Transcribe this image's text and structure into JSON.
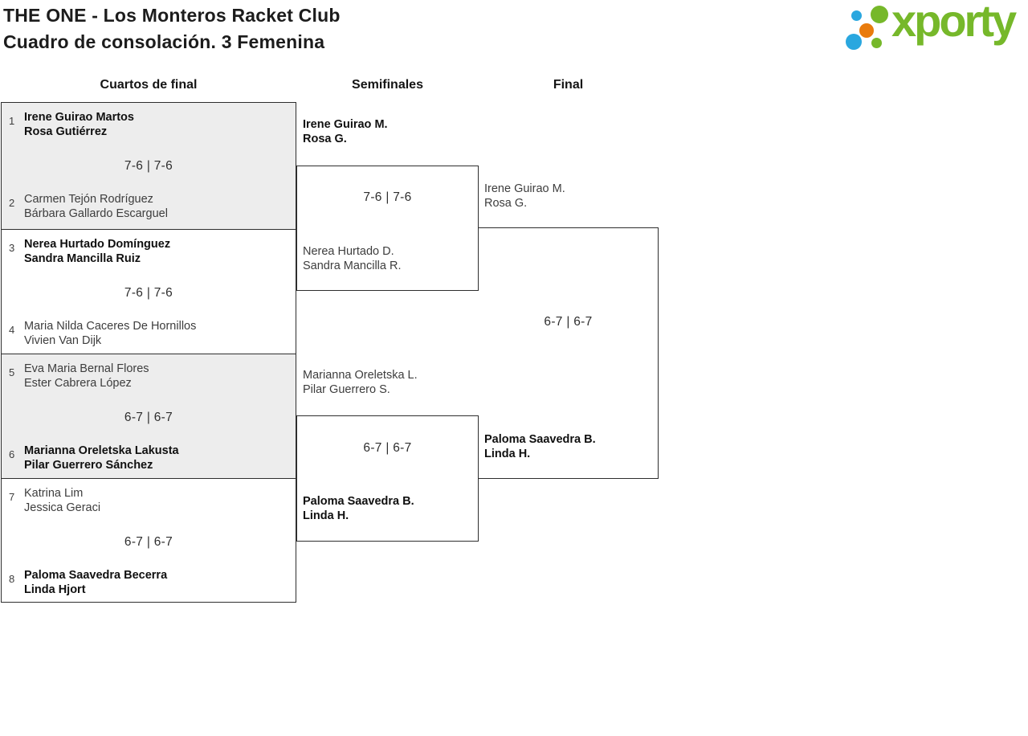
{
  "header": {
    "title_line1": "THE ONE - Los Monteros Racket Club",
    "title_line2": "Cuadro de consolación. 3 Femenina"
  },
  "logo": {
    "wordmark": "xporty"
  },
  "round_headers": [
    "Cuartos de final",
    "Semifinales",
    "Final"
  ],
  "matches": {
    "quarterfinals": [
      {
        "seed_top": "1",
        "top": [
          "Irene Guirao Martos",
          "Rosa Gutiérrez"
        ],
        "score": "7-6 | 7-6",
        "seed_bottom": "2",
        "bottom": [
          "Carmen Tejón Rodríguez",
          "Bárbara Gallardo Escarguel"
        ]
      },
      {
        "seed_top": "3",
        "top": [
          "Nerea Hurtado Domínguez",
          "Sandra Mancilla Ruiz"
        ],
        "score": "7-6 | 7-6",
        "seed_bottom": "4",
        "bottom": [
          "Maria Nilda Caceres De Hornillos",
          "Vivien Van Dijk"
        ]
      },
      {
        "seed_top": "5",
        "top": [
          "Eva Maria Bernal Flores",
          "Ester Cabrera López"
        ],
        "score": "6-7 | 6-7",
        "seed_bottom": "6",
        "bottom": [
          "Marianna Oreletska Lakusta",
          "Pilar Guerrero Sánchez"
        ]
      },
      {
        "seed_top": "7",
        "top": [
          "Katrina Lim",
          "Jessica Geraci"
        ],
        "score": "6-7 | 6-7",
        "seed_bottom": "8",
        "bottom": [
          "Paloma Saavedra Becerra",
          "Linda Hjort"
        ]
      }
    ],
    "semifinals": [
      {
        "top": [
          "Irene Guirao M.",
          "Rosa G."
        ],
        "score": "7-6 | 7-6",
        "bottom": [
          "Nerea Hurtado D.",
          "Sandra Mancilla R."
        ]
      },
      {
        "top": [
          "Marianna Oreletska L.",
          "Pilar Guerrero S."
        ],
        "score": "6-7 | 6-7",
        "bottom": [
          "Paloma Saavedra B.",
          "Linda H."
        ]
      }
    ],
    "final": {
      "top": [
        "Irene Guirao M.",
        "Rosa G."
      ],
      "score": "6-7 | 6-7",
      "bottom": [
        "Paloma Saavedra B.",
        "Linda H."
      ]
    }
  },
  "colors": {
    "accent_green": "#76b82a",
    "accent_blue": "#2aa7df",
    "accent_orange": "#e97b0c",
    "box_border": "#2e2e2e",
    "shaded_box_bg": "#ededed",
    "winner_text": "#101010",
    "loser_text": "#3d3d3d"
  }
}
